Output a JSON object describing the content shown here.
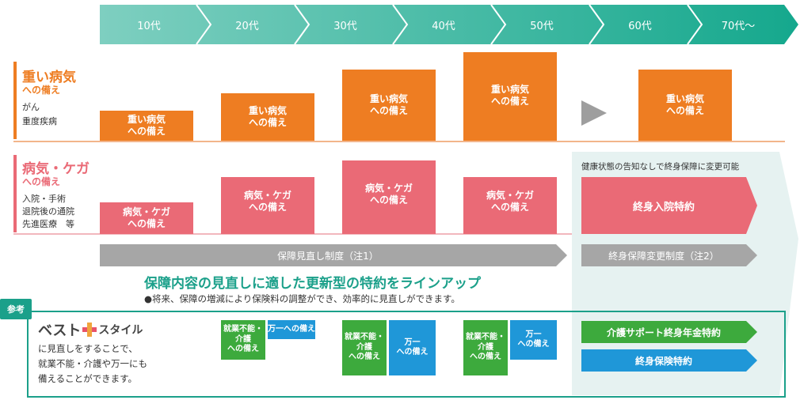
{
  "ages": [
    "10代",
    "20代",
    "30代",
    "40代",
    "50代",
    "60代",
    "70代〜"
  ],
  "heavy": {
    "title": "重い病気",
    "subtitle": "への備え",
    "desc": [
      "がん",
      "重度疾病"
    ],
    "box_label": [
      "重い病気",
      "への備え"
    ]
  },
  "injury": {
    "title": "病気・ケガ",
    "subtitle": "への備え",
    "desc": [
      "入院・手術",
      "退院後の通院",
      "先進医療　等"
    ],
    "box_label": [
      "病気・ケガ",
      "への備え"
    ]
  },
  "right_panel": {
    "note": "健康状態の告知なしで終身保障に変更可能",
    "lifetime_hospital": "終身入院特約",
    "lifetime_change": "終身保障変更制度（注2）"
  },
  "review_bar": "保障見直し制度（注1）",
  "headline": "保障内容の見直しに適した更新型の特約をラインアップ",
  "bullet": "●将来、保障の増減により保険料の調整ができ、効率的に見直しができます。",
  "reference": {
    "tag": "参考",
    "logo_a": "ベスト",
    "logo_b": "スタイル",
    "desc": [
      "に見直しをすることで、",
      "就業不能・介護や万一にも",
      "備えることができます。"
    ],
    "work_label": [
      "就業不能・",
      "介護",
      "への備え"
    ],
    "death_label_one": "万一への備え",
    "death_label": [
      "万一",
      "への備え"
    ],
    "care_annuity": "介護サポート終身年金特約",
    "whole_life": "終身保険特約"
  },
  "colors": {
    "teal": "#5bbfb0",
    "orange": "#ee7d22",
    "pink": "#ea6a76",
    "green": "#3daa3d",
    "blue": "#1f97d8",
    "gray": "#a6a6a6"
  }
}
